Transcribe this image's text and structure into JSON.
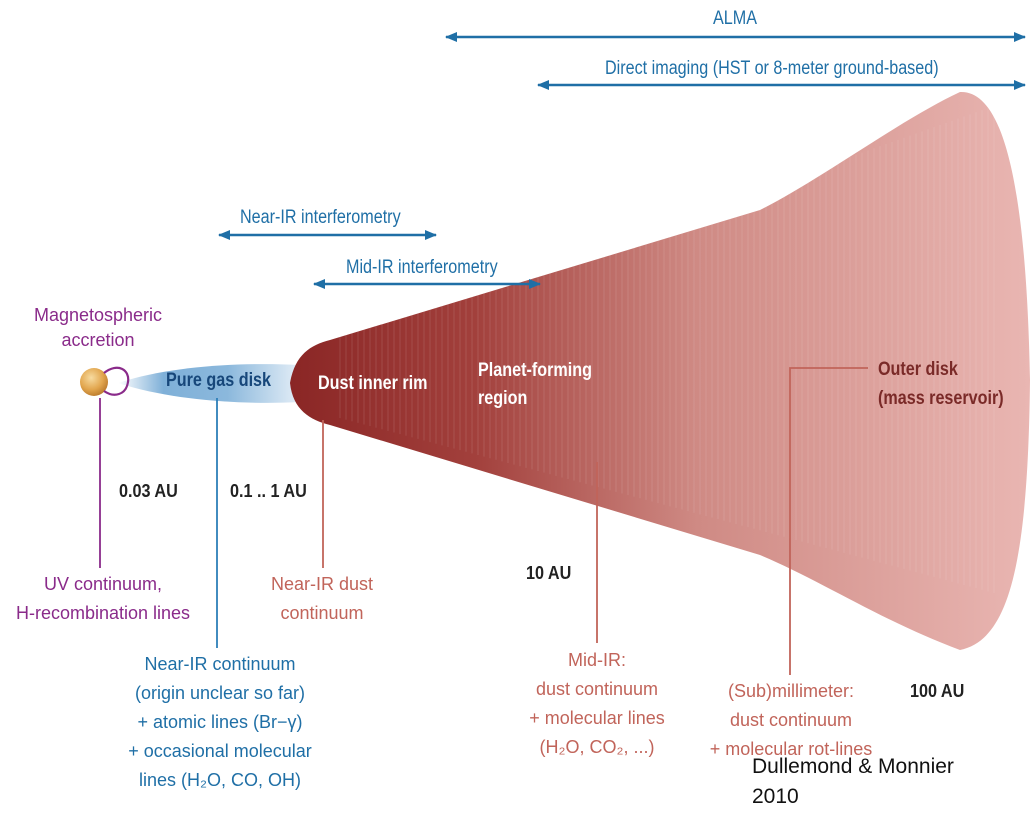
{
  "colors": {
    "arrow": "#1f6fa6",
    "accretion_line": "#8a2b8a",
    "gas_line": "#2d7fb8",
    "dust_line": "#c1645a",
    "disk_dark": "#8e2b2a",
    "disk_light": "#e7b2ae"
  },
  "arrows": {
    "alma": "ALMA",
    "direct_imaging": "Direct imaging (HST or 8-meter ground-based)",
    "near_ir_interferometry": "Near-IR interferometry",
    "mid_ir_interferometry": "Mid-IR interferometry"
  },
  "regions": {
    "magnetospheric": [
      "Magnetospheric",
      "accretion"
    ],
    "pure_gas_disk": "Pure gas disk",
    "dust_inner_rim": "Dust inner rim",
    "planet_forming": [
      "Planet-forming",
      "region"
    ],
    "outer_disk": [
      "Outer disk",
      "(mass reservoir)"
    ]
  },
  "distances": {
    "d003": "0.03 AU",
    "d01_1": "0.1 .. 1 AU",
    "d10": "10 AU",
    "d100": "100 AU"
  },
  "diagnostics": {
    "uv": [
      "UV continuum,",
      "H-recombination lines"
    ],
    "near_ir_cont": [
      "Near-IR continuum",
      "(origin unclear so far)",
      "+ atomic lines (Br−γ)",
      "+ occasional molecular",
      "lines (H₂O, CO, OH)"
    ],
    "near_ir_dust": [
      "Near-IR dust",
      "continuum"
    ],
    "mid_ir": [
      "Mid-IR:",
      "dust continuum",
      "+ molecular lines",
      "(H₂O, CO₂, ...)"
    ],
    "submm": [
      "(Sub)millimeter:",
      "dust continuum",
      "+ molecular rot-lines"
    ]
  },
  "citation": [
    "Dullemond & Monnier",
    "2010"
  ]
}
